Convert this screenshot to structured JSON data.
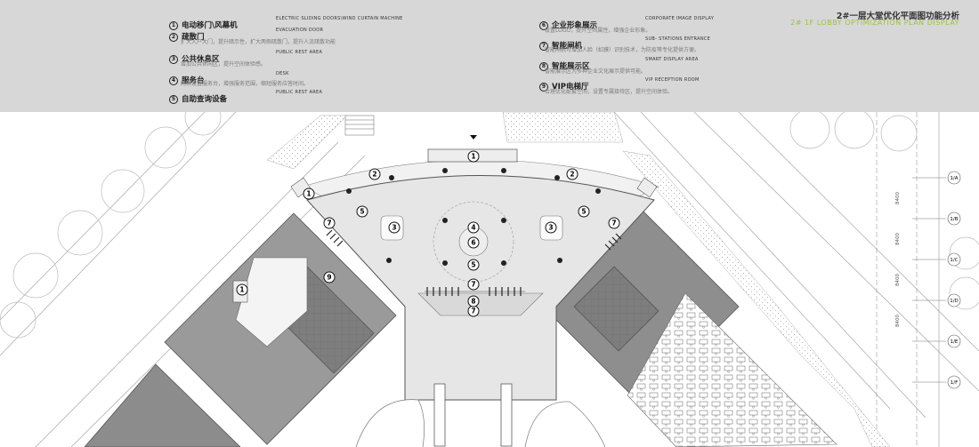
{
  "title": {
    "cn": "2#一层大堂优化平面图功能分析",
    "en": "2# 1F LOBBY OPTIMIZATION PLAN DISPLAY"
  },
  "legend": [
    {
      "num": "1",
      "cn": "电动移门\\风幕机",
      "en": "ELECTRIC SLIDING DOORS\\WIND CURTAIN MACHINE",
      "desc": ""
    },
    {
      "num": "2",
      "cn": "疏散门",
      "en": "EVACUATION DOOR",
      "desc": "扩大入户大门，提升暗示性，扩大两侧疏散门，提升人流疏散功能"
    },
    {
      "num": "3",
      "cn": "公共休息区",
      "en": "PUBLIC REST AREA",
      "desc": "增加公共休闲区，提升空间体验感。"
    },
    {
      "num": "4",
      "cn": "服务台",
      "en": "DESK",
      "desc": "两侧设置服务台，增强服务范围，缩短服务应答时间。"
    },
    {
      "num": "5",
      "cn": "自助查询设备",
      "en": "PUBLIC REST AREA",
      "desc": ""
    },
    {
      "num": "6",
      "cn": "企业形象展示",
      "en": "CORPORATE IMAGE DISPLAY",
      "desc": "设置LOGO，提升空间属性，增强企业形象。"
    },
    {
      "num": "7",
      "cn": "智能闸机",
      "en": "SUB- STATIONS ENTRANCE",
      "desc": "智能闸机可增加人脸（虹膜）识别技术，为防疫等专化提供方便。"
    },
    {
      "num": "8",
      "cn": "智能展示区",
      "en": "SMART DISPLAY AREA",
      "desc": "智能展示区为多种企业文化展示提供可能。"
    },
    {
      "num": "9",
      "cn": "VIP电梯厅",
      "en": "VIP RECEPTION ROOM",
      "desc": "合理优化配套空间，设置专属接待区，提升空间体验。"
    }
  ],
  "plan_markers": [
    "1",
    "1",
    "1",
    "2",
    "2",
    "3",
    "3",
    "4",
    "5",
    "5",
    "5",
    "6",
    "7",
    "7",
    "7",
    "7",
    "8",
    "9"
  ],
  "axis_labels": [
    "1/A",
    "1/B",
    "1/C",
    "1/D",
    "1/E",
    "1/F"
  ],
  "dimensions": [
    "8400",
    "8400",
    "8400",
    "8400"
  ],
  "colors": {
    "header_bg": "#d7d7d7",
    "accent_green": "#9bc23b",
    "core_gray": "#8e8e8e",
    "lobby_floor": "#e6e6e6"
  }
}
